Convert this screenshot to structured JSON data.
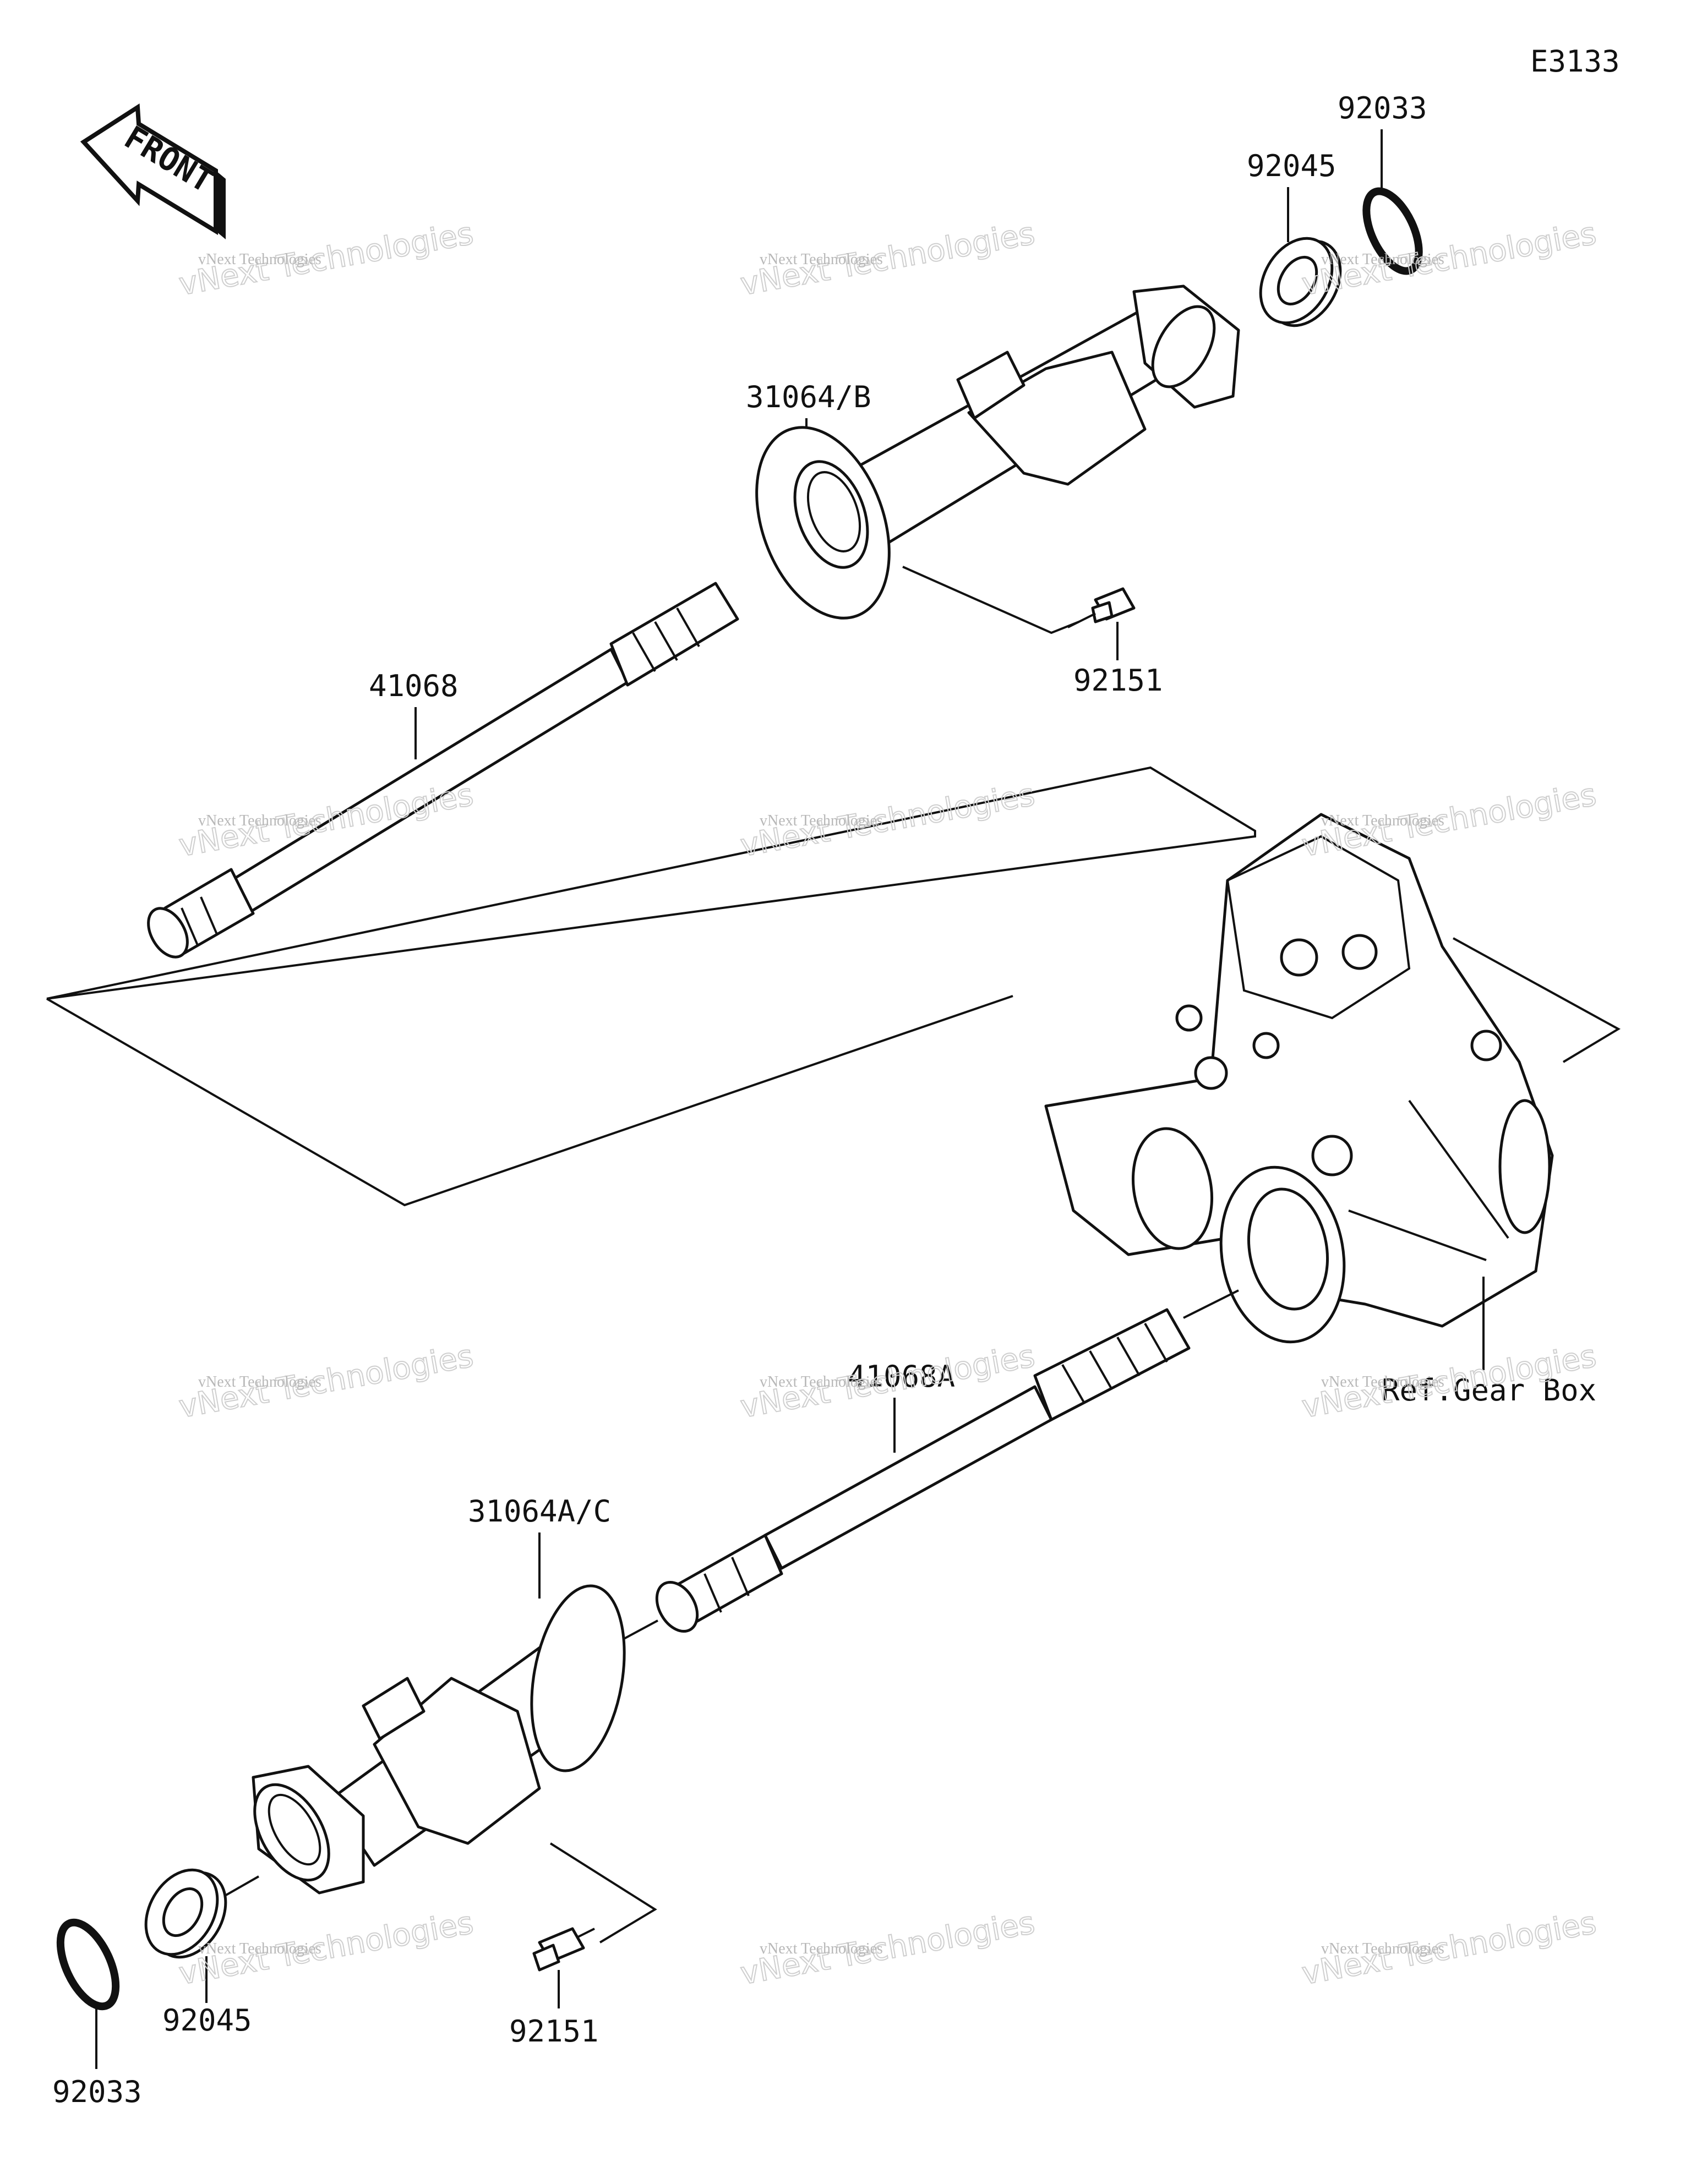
{
  "diagram_code": "E3133",
  "front_arrow_text": "FRONT",
  "labels": {
    "upper_circlip": "92033",
    "upper_bearing": "92045",
    "upper_housing": "31064/B",
    "upper_bolt": "92151",
    "upper_shaft": "41068",
    "lower_shaft": "41068A",
    "gear_box_ref": "Ref.Gear Box",
    "lower_housing": "31064A/C",
    "lower_bolt": "92151",
    "lower_bearing": "92045",
    "lower_circlip": "92033"
  },
  "watermark": {
    "line1": "vNext Technologies",
    "line2": "vNext Technologies"
  },
  "colors": {
    "ink": "#111111",
    "watermark": "#c0c0c0",
    "background": "#ffffff"
  }
}
